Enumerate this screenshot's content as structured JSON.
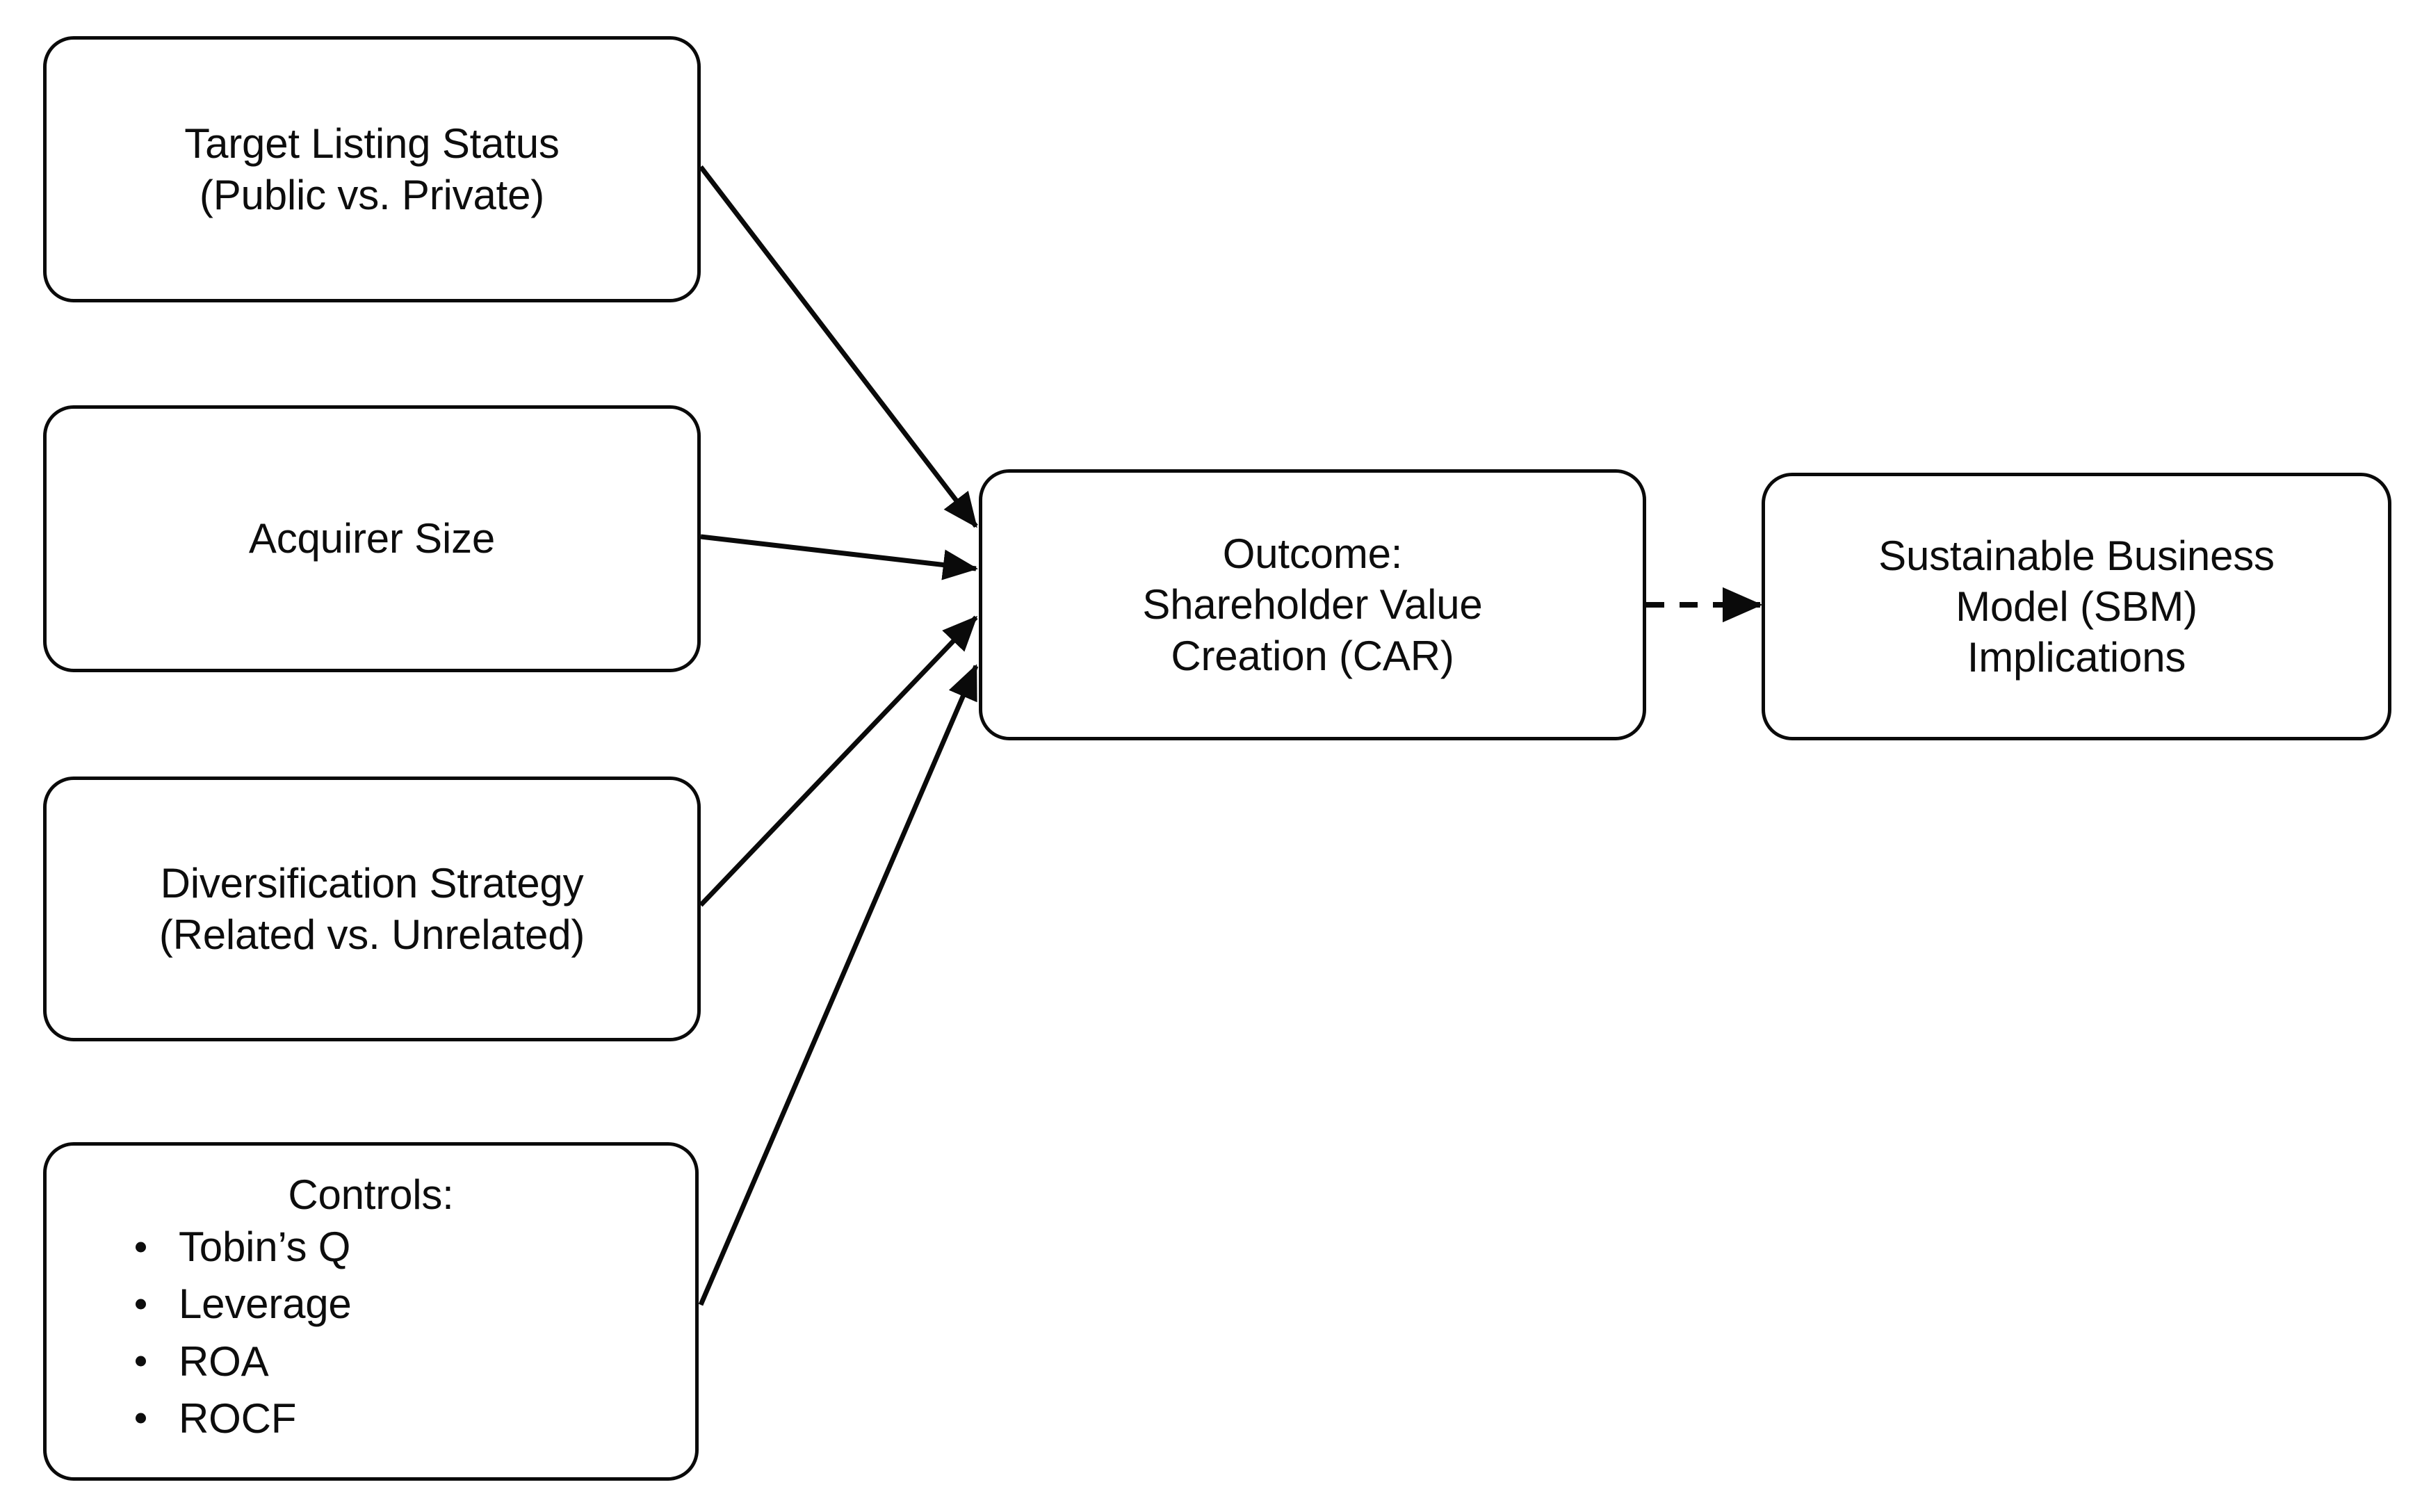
{
  "diagram": {
    "type": "conceptual-framework-flow",
    "background_color": "#ffffff",
    "line_color": "#0a0a0a",
    "text_color": "#0d0d0d",
    "nodes": {
      "target_listing_status": {
        "line1": "Target Listing Status",
        "line2": "(Public vs. Private)"
      },
      "acquirer_size": {
        "line1": "Acquirer Size"
      },
      "diversification_strategy": {
        "line1": "Diversification Strategy",
        "line2": "(Related vs. Unrelated)"
      },
      "controls": {
        "heading": "Controls:",
        "items": [
          "Tobin’s Q",
          "Leverage",
          "ROA",
          "ROCF"
        ]
      },
      "outcome": {
        "line1": "Outcome:",
        "line2": "Shareholder Value",
        "line3": "Creation (CAR)"
      },
      "sbm_implications": {
        "line1": "Sustainable Business",
        "line2": "Model (SBM)",
        "line3": "Implications"
      }
    },
    "edges": [
      {
        "from": "target_listing_status",
        "to": "outcome",
        "style": "solid",
        "arrowhead": "filled-triangle"
      },
      {
        "from": "acquirer_size",
        "to": "outcome",
        "style": "solid",
        "arrowhead": "filled-triangle"
      },
      {
        "from": "diversification_strategy",
        "to": "outcome",
        "style": "solid",
        "arrowhead": "filled-triangle"
      },
      {
        "from": "controls",
        "to": "outcome",
        "style": "solid",
        "arrowhead": "filled-triangle"
      },
      {
        "from": "outcome",
        "to": "sbm_implications",
        "style": "dashed",
        "arrowhead": "filled-triangle"
      }
    ]
  }
}
